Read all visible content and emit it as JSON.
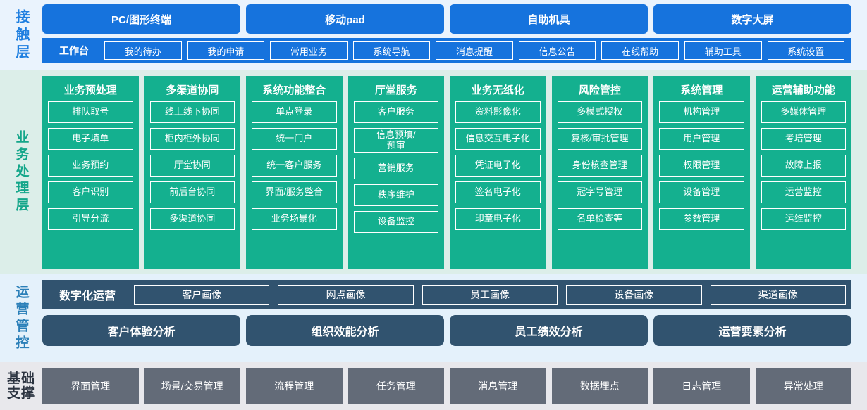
{
  "contact_layer": {
    "label": "接触层",
    "channels": [
      {
        "label": "PC/图形终端"
      },
      {
        "label": "移动pad"
      },
      {
        "label": "自助机具"
      },
      {
        "label": "数字大屏"
      }
    ],
    "workbench_title": "工作台",
    "workbench_items": [
      {
        "label": "我的待办"
      },
      {
        "label": "我的申请"
      },
      {
        "label": "常用业务"
      },
      {
        "label": "系统导航"
      },
      {
        "label": "消息提醒"
      },
      {
        "label": "信息公告"
      },
      {
        "label": "在线帮助"
      },
      {
        "label": "辅助工具"
      },
      {
        "label": "系统设置"
      }
    ]
  },
  "business_layer": {
    "label": "业务处理层",
    "columns": [
      {
        "title": "业务预处理",
        "items": [
          {
            "label": "排队取号"
          },
          {
            "label": "电子填单"
          },
          {
            "label": "业务预约"
          },
          {
            "label": "客户识别"
          },
          {
            "label": "引导分流"
          }
        ]
      },
      {
        "title": "多渠道协同",
        "items": [
          {
            "label": "线上线下协同"
          },
          {
            "label": "柜内柜外协同"
          },
          {
            "label": "厅堂协同"
          },
          {
            "label": "前后台协同"
          },
          {
            "label": "多渠道协同"
          }
        ]
      },
      {
        "title": "系统功能整合",
        "items": [
          {
            "label": "单点登录"
          },
          {
            "label": "统一门户"
          },
          {
            "label": "统一客户服务"
          },
          {
            "label": "界面/服务整合"
          },
          {
            "label": "业务场景化"
          }
        ]
      },
      {
        "title": "厅堂服务",
        "items": [
          {
            "label": "客户服务"
          },
          {
            "label": "信息预填/\n预审"
          },
          {
            "label": "营销服务"
          },
          {
            "label": "秩序维护"
          },
          {
            "label": "设备监控"
          }
        ]
      },
      {
        "title": "业务无纸化",
        "items": [
          {
            "label": "资料影像化"
          },
          {
            "label": "信息交互电子化"
          },
          {
            "label": "凭证电子化"
          },
          {
            "label": "签名电子化"
          },
          {
            "label": "印章电子化"
          }
        ]
      },
      {
        "title": "风险管控",
        "items": [
          {
            "label": "多模式授权"
          },
          {
            "label": "复核/审批管理"
          },
          {
            "label": "身份核查管理"
          },
          {
            "label": "冠字号管理"
          },
          {
            "label": "名单检查等"
          }
        ]
      },
      {
        "title": "系统管理",
        "items": [
          {
            "label": "机构管理"
          },
          {
            "label": "用户管理"
          },
          {
            "label": "权限管理"
          },
          {
            "label": "设备管理"
          },
          {
            "label": "参数管理"
          }
        ]
      },
      {
        "title": "运营辅助功能",
        "items": [
          {
            "label": "多媒体管理"
          },
          {
            "label": "考培管理"
          },
          {
            "label": "故障上报"
          },
          {
            "label": "运营监控"
          },
          {
            "label": "运维监控"
          }
        ]
      }
    ]
  },
  "ops_layer": {
    "label": "运营管控",
    "portrait_title": "数字化运营",
    "portrait_items": [
      {
        "label": "客户画像"
      },
      {
        "label": "网点画像"
      },
      {
        "label": "员工画像"
      },
      {
        "label": "设备画像"
      },
      {
        "label": "渠道画像"
      }
    ],
    "analysis_items": [
      {
        "label": "客户体验分析"
      },
      {
        "label": "组织效能分析"
      },
      {
        "label": "员工绩效分析"
      },
      {
        "label": "运营要素分析"
      }
    ]
  },
  "foundation_layer": {
    "label_line1": "基础",
    "label_line2": "支撑",
    "items": [
      {
        "label": "界面管理"
      },
      {
        "label": "场景/交易管理"
      },
      {
        "label": "流程管理"
      },
      {
        "label": "任务管理"
      },
      {
        "label": "消息管理"
      },
      {
        "label": "数据埋点"
      },
      {
        "label": "日志管理"
      },
      {
        "label": "异常处理"
      }
    ]
  },
  "colors": {
    "contact_bg": "#eaf3fd",
    "contact_accent": "#1673dd",
    "business_bg": "#dceee9",
    "business_accent": "#14b08f",
    "ops_bg": "#e4f1fb",
    "ops_accent": "#31536f",
    "foundation_bg": "#e8e8ec",
    "foundation_accent": "#636b78"
  }
}
